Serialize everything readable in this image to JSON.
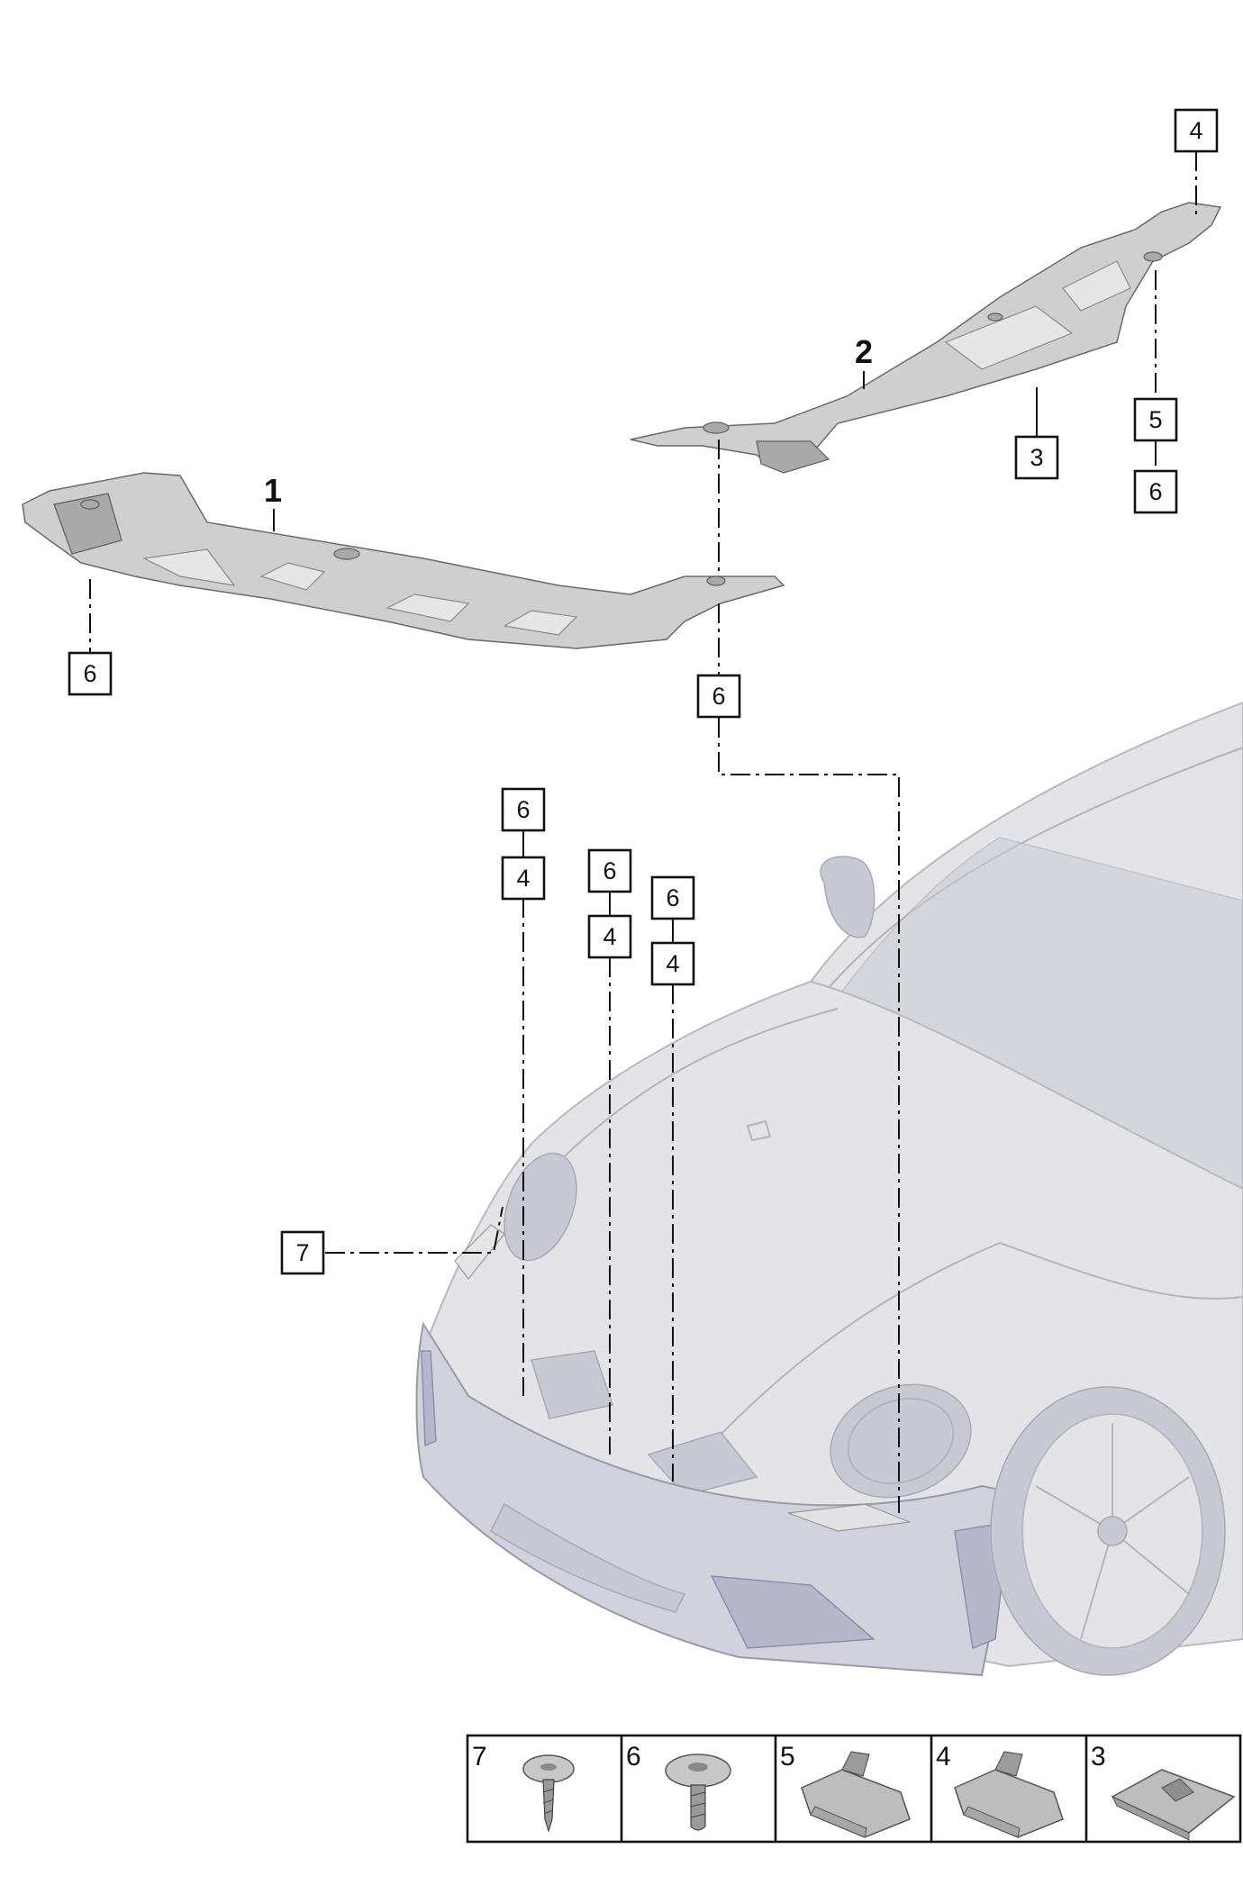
{
  "reference_labels": {
    "part1": "1",
    "part2": "2"
  },
  "callouts": {
    "c4_top_right": "4",
    "c5_right": "5",
    "c6_right": "6",
    "c3_part2": "3",
    "c6_part1_left": "6",
    "c6_center": "6",
    "c6_hood_a": "6",
    "c4_hood_a": "4",
    "c6_hood_b": "6",
    "c4_hood_b": "4",
    "c6_hood_c": "6",
    "c4_hood_c": "4",
    "c7_left": "7"
  },
  "legend": {
    "cells": [
      {
        "number": "7",
        "icon": "screw-pointed-icon"
      },
      {
        "number": "6",
        "icon": "screw-flanged-icon"
      },
      {
        "number": "5",
        "icon": "speed-nut-icon"
      },
      {
        "number": "4",
        "icon": "speed-nut-icon"
      },
      {
        "number": "3",
        "icon": "clip-nut-icon"
      }
    ]
  },
  "colors": {
    "line": "#111111",
    "part_fill": "#cfcfcf",
    "car_fill": "#e4e4e8",
    "car_shadow": "#b7b7cc"
  }
}
